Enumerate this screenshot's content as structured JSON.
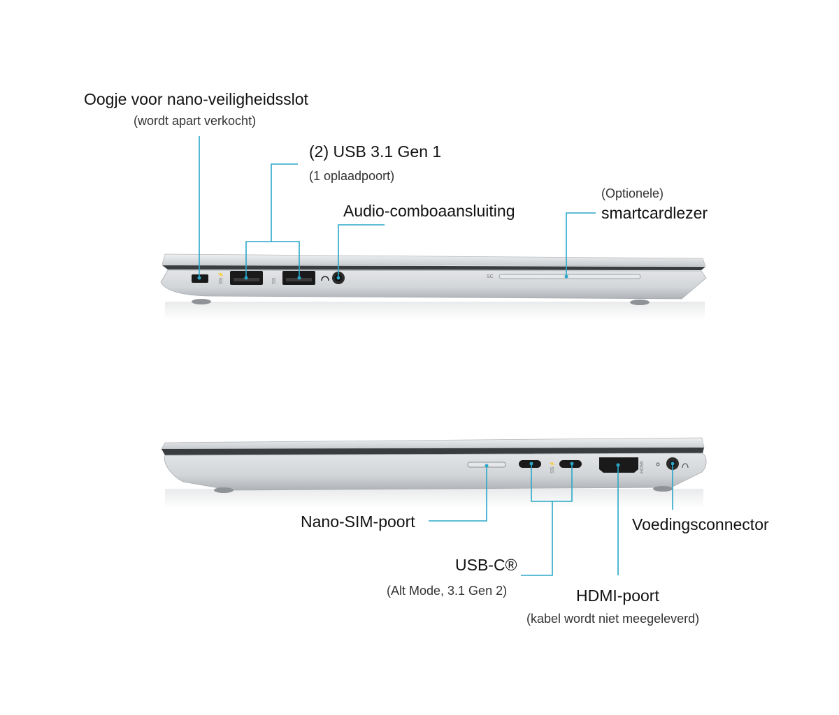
{
  "callouts": {
    "security_lock": {
      "title": "Oogje voor nano-veiligheidsslot",
      "subtitle": "(wordt apart verkocht)"
    },
    "usb_a": {
      "title": "(2) USB 3.1 Gen 1",
      "subtitle": "(1 oplaadpoort)"
    },
    "audio": {
      "title": "Audio-comboaansluiting"
    },
    "smartcard": {
      "title": "smartcardlezer",
      "subtitle": "(Optionele)"
    },
    "nano_sim": {
      "title": "Nano-SIM-poort"
    },
    "power": {
      "title": "Voedingsconnector"
    },
    "usb_c": {
      "title": "USB-C®",
      "subtitle": "(Alt Mode, 3.1 Gen 2)"
    },
    "hdmi": {
      "title": "HDMI-poort",
      "subtitle": "(kabel wordt niet meegeleverd)"
    }
  },
  "laptop": {
    "left_side": {
      "port_marks": {
        "sc": "SC"
      }
    },
    "right_side": {
      "port_marks": {
        "hdmi": "HDMI"
      }
    }
  },
  "colors": {
    "leader": "#2aa7c9",
    "chassis": "#d9dbdd",
    "port": "#1a1a1a"
  }
}
